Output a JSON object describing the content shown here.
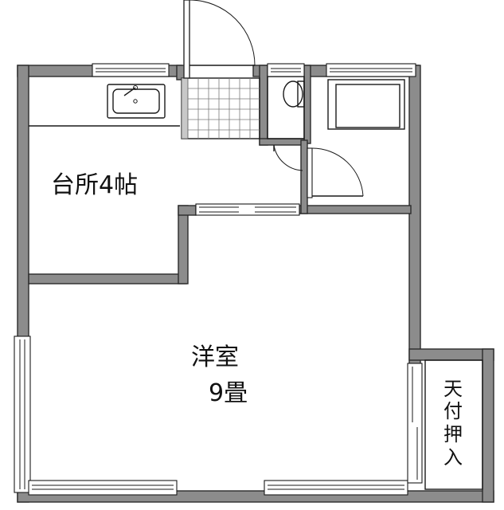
{
  "rooms": {
    "kitchen": "台所4帖",
    "western_room_line1": "洋室",
    "western_room_line2": "9畳",
    "closet_line1": "天",
    "closet_line2": "付",
    "closet_line3": "押",
    "closet_line4": "入"
  }
}
